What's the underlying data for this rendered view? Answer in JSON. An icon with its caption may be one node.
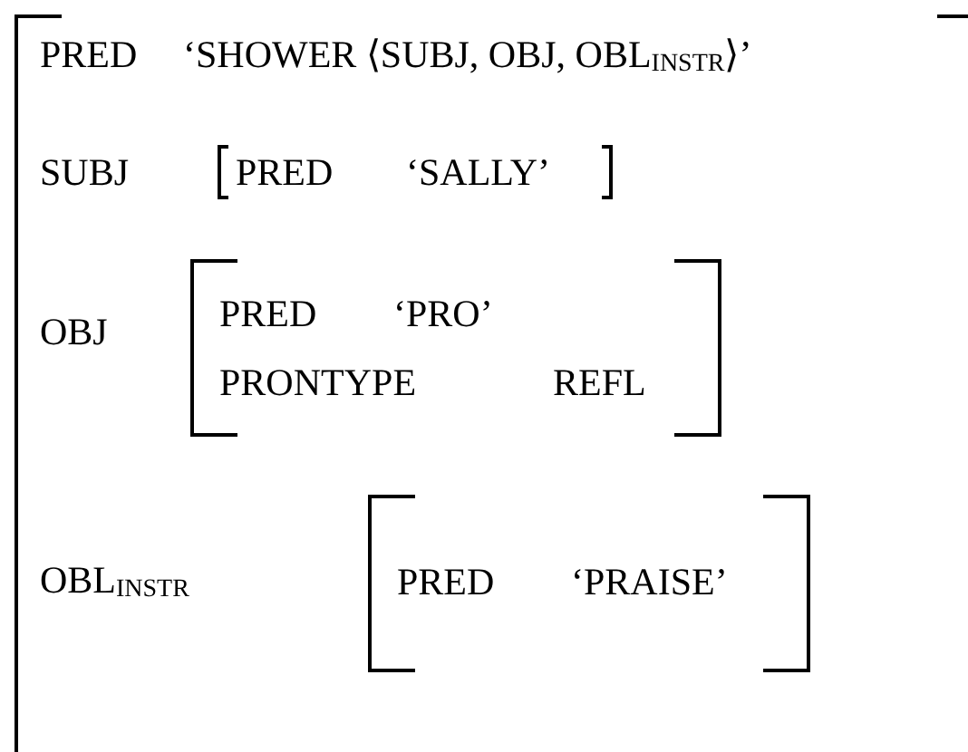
{
  "diagram": {
    "nodes": [
      {
        "text": [
          "PRED",
          "‘SHOWER ⟨SUBJ, OBJ, OBL$_{INSTR}$⟩’",
          "SUBJ",
          "OBJ",
          "OBL$_{INSTR}$"
        ]
      },
      {
        "text": [
          "PRED",
          "‘SALLY’"
        ],
        "in": 0
      },
      {
        "text": [
          "PRED",
          "‘PRO’",
          "PRONTYPE",
          "REFL"
        ],
        "in": 0
      },
      {
        "text": [
          "PRED",
          "‘PRAISE’"
        ],
        "in": 0
      }
    ]
  }
}
